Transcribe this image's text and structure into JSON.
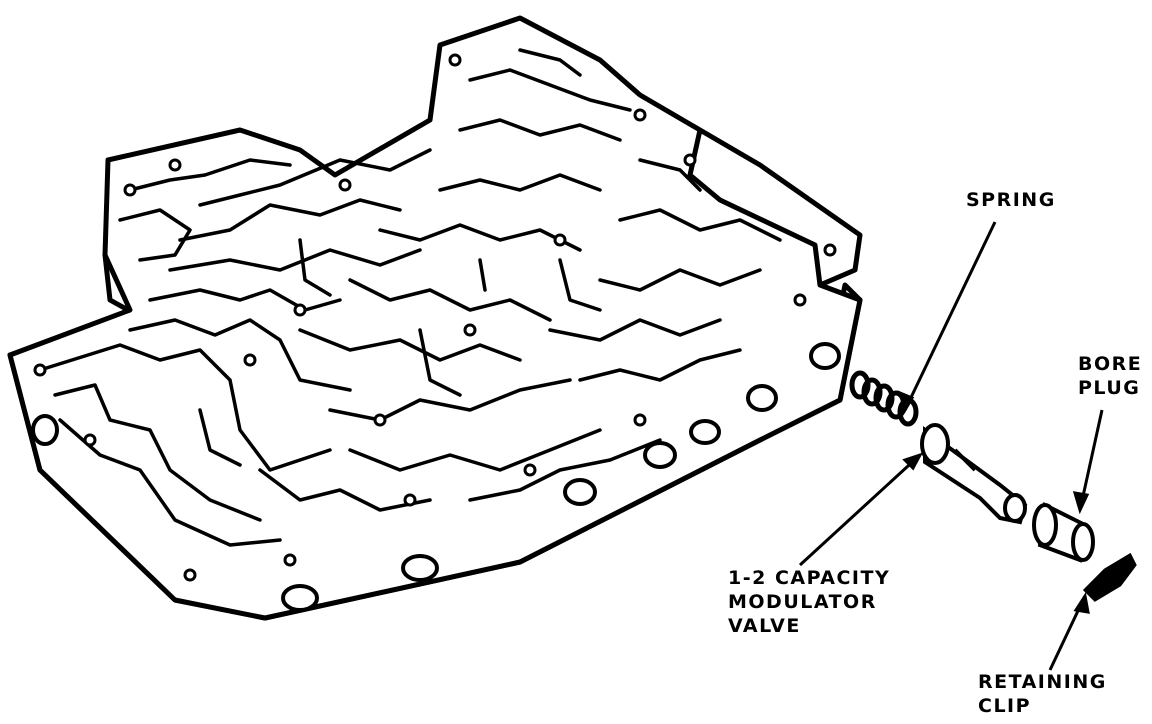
{
  "labels": {
    "spring": "SPRING",
    "bore_plug": [
      "BORE",
      "PLUG"
    ],
    "modulator_valve": [
      "1-2 CAPACITY",
      "MODULATOR",
      "VALVE"
    ],
    "retaining_clip": [
      "RETAINING",
      "CLIP"
    ]
  },
  "colors": {
    "ink": "#000000",
    "paper": "#ffffff"
  }
}
